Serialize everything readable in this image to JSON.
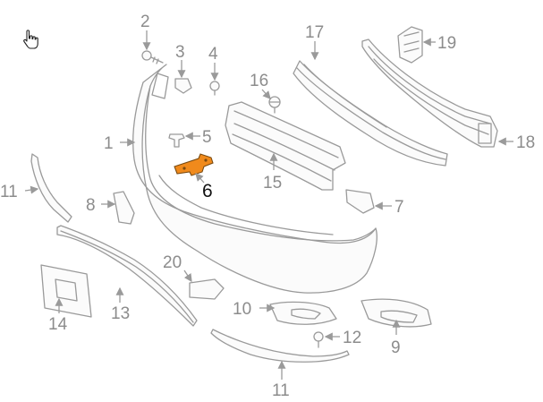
{
  "diagram": {
    "highlight_color": "#f08a1c",
    "highlighted_part": "6",
    "cursor_icon": "hand-pointer-icon",
    "labels": {
      "p1": "1",
      "p2": "2",
      "p3": "3",
      "p4": "4",
      "p5": "5",
      "p6": "6",
      "p7": "7",
      "p8": "8",
      "p9": "9",
      "p10": "10",
      "p11a": "11",
      "p11b": "11",
      "p12": "12",
      "p13": "13",
      "p14": "14",
      "p15": "15",
      "p16": "16",
      "p17": "17",
      "p18": "18",
      "p19": "19",
      "p20": "20"
    }
  }
}
